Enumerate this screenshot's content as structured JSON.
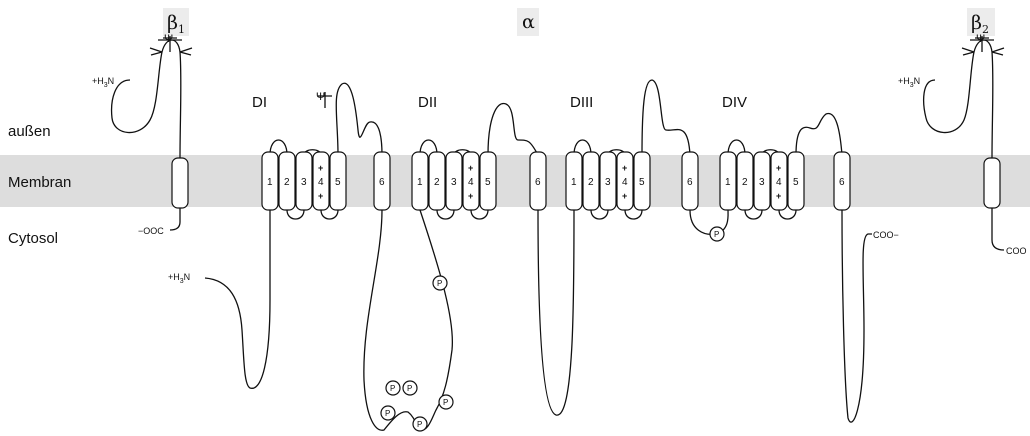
{
  "subunits": {
    "beta1": "β",
    "beta1_sub": "1",
    "alpha": "α",
    "beta2": "β",
    "beta2_sub": "2"
  },
  "regions": {
    "outside": "außen",
    "membrane": "Membran",
    "cytosol": "Cytosol"
  },
  "domains": [
    "DI",
    "DII",
    "DIII",
    "DIV"
  ],
  "segment_labels": [
    "1",
    "2",
    "3",
    "4",
    "5"
  ],
  "segment_six_label": "6",
  "voltage_sensor_charge": "+",
  "phosphate_label": "P",
  "glycosylation_symbol": "Ψ",
  "termini": {
    "beta1_n": {
      "pre": "+H",
      "sub": "3",
      "post": "N"
    },
    "beta1_c": "−OOC",
    "alpha_n": {
      "pre": "+H",
      "sub": "3",
      "post": "N"
    },
    "alpha_c": "COO−",
    "beta2_n": {
      "pre": "+H",
      "sub": "3",
      "post": "N"
    },
    "beta2_c": "COO"
  },
  "colors": {
    "membrane_band": "#dddddd",
    "line": "#111111",
    "label_tag": "#ececec"
  }
}
